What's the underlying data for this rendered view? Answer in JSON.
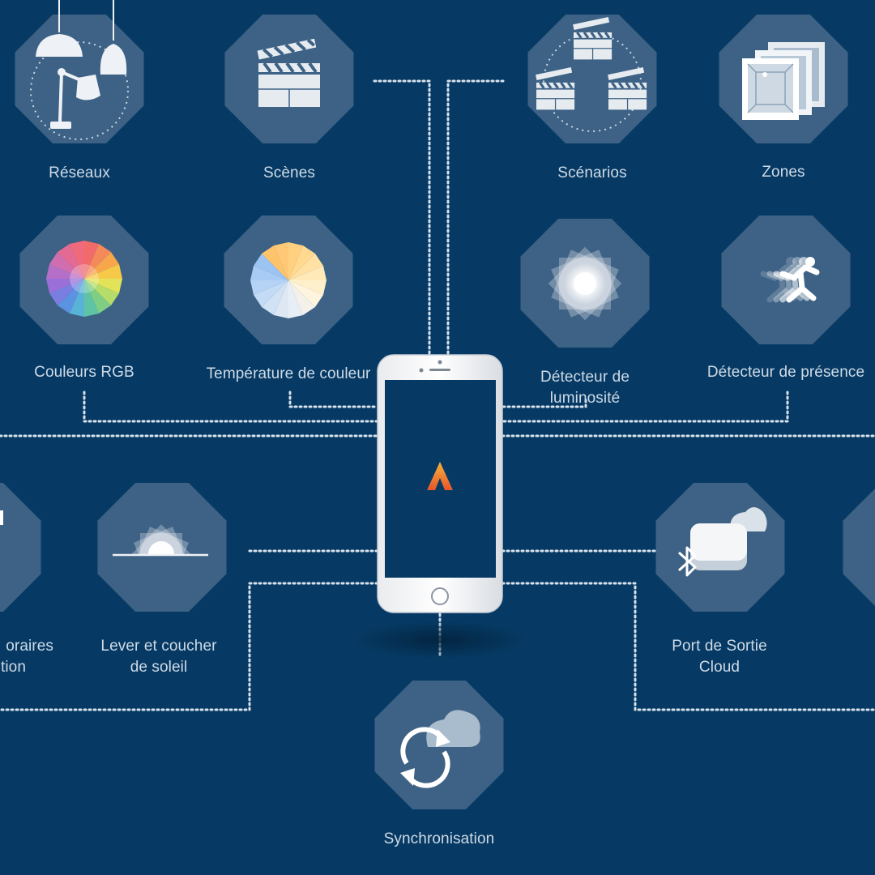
{
  "accent_colors": {
    "background": "#063a64",
    "octagon": "#3d6285",
    "connector": "#d8e2ec",
    "logo_top": "#f7b23b",
    "logo_bottom": "#e8552a"
  },
  "features": [
    {
      "id": "reseaux",
      "label": "Réseaux",
      "icon": "pendant-lamps-icon"
    },
    {
      "id": "scenes",
      "label": "Scènes",
      "icon": "clapperboard-icon"
    },
    {
      "id": "scenarios",
      "label": "Scénarios",
      "icon": "multi-clapperboard-icon"
    },
    {
      "id": "zones",
      "label": "Zones",
      "icon": "rooms-icon"
    },
    {
      "id": "couleurs",
      "label": "Couleurs RGB",
      "icon": "rgb-wheel-icon"
    },
    {
      "id": "temperature",
      "label": "Température de couleur",
      "icon": "color-temperature-wheel-icon"
    },
    {
      "id": "luminosite",
      "label_lines": [
        "Détecteur de",
        "luminosité"
      ],
      "icon": "light-burst-icon"
    },
    {
      "id": "presence",
      "label": "Détecteur de présence",
      "icon": "running-person-icon"
    },
    {
      "id": "plages",
      "label_lines": [
        "oraires",
        "tion"
      ],
      "icon": "clock-icon"
    },
    {
      "id": "soleil",
      "label_lines": [
        "Lever et coucher",
        "de soleil"
      ],
      "icon": "sunrise-icon"
    },
    {
      "id": "port",
      "label_lines": [
        "Port de Sortie",
        "Cloud"
      ],
      "icon": "bluetooth-cloud-gateway-icon"
    },
    {
      "id": "sync",
      "label": "Synchronisation",
      "icon": "sync-cloud-icon"
    }
  ],
  "phone": {
    "app_logo": "app-logo-icon"
  }
}
